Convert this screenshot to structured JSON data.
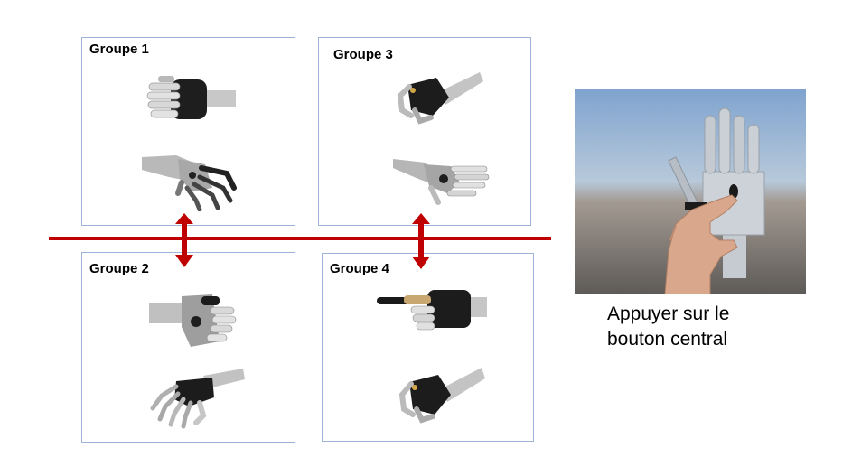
{
  "groups": [
    {
      "label": "Groupe 1"
    },
    {
      "label": "Groupe 2"
    },
    {
      "label": "Groupe 3"
    },
    {
      "label": "Groupe 4"
    }
  ],
  "instruction": {
    "line1": "Appuyer sur le",
    "line2": "bouton central"
  },
  "colors": {
    "divider": "#c00000",
    "box_border": "#9db3d8"
  }
}
